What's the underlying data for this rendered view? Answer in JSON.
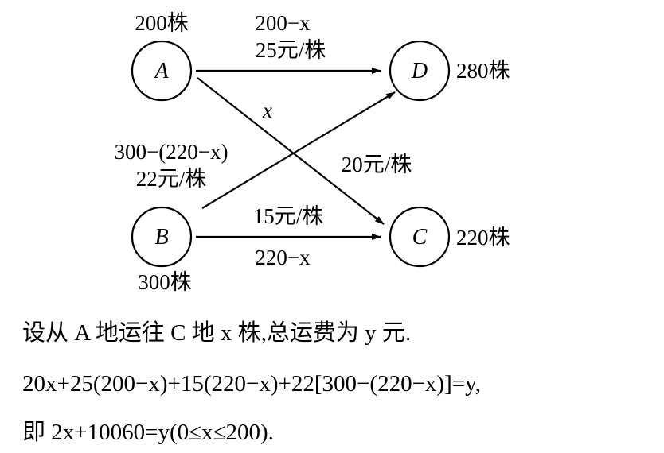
{
  "diagram": {
    "nodes": {
      "A": {
        "letter": "A",
        "amount": "200株"
      },
      "B": {
        "letter": "B",
        "amount": "300株"
      },
      "C": {
        "letter": "C",
        "amount": "220株"
      },
      "D": {
        "letter": "D",
        "amount": "280株"
      }
    },
    "edges": {
      "AD": {
        "quantity": "200−x",
        "cost": "25元/株"
      },
      "AC": {
        "quantity": "x",
        "cost": "20元/株"
      },
      "BD": {
        "quantity": "300−(220−x)",
        "cost": "22元/株"
      },
      "BC": {
        "quantity": "220−x",
        "cost": "15元/株"
      }
    }
  },
  "solution": {
    "line1": "设从 A 地运往 C 地 x 株,总运费为 y 元.",
    "line2": "20x+25(200−x)+15(220−x)+22[300−(220−x)]=y,",
    "line3": "即 2x+10060=y(0≤x≤200)."
  }
}
